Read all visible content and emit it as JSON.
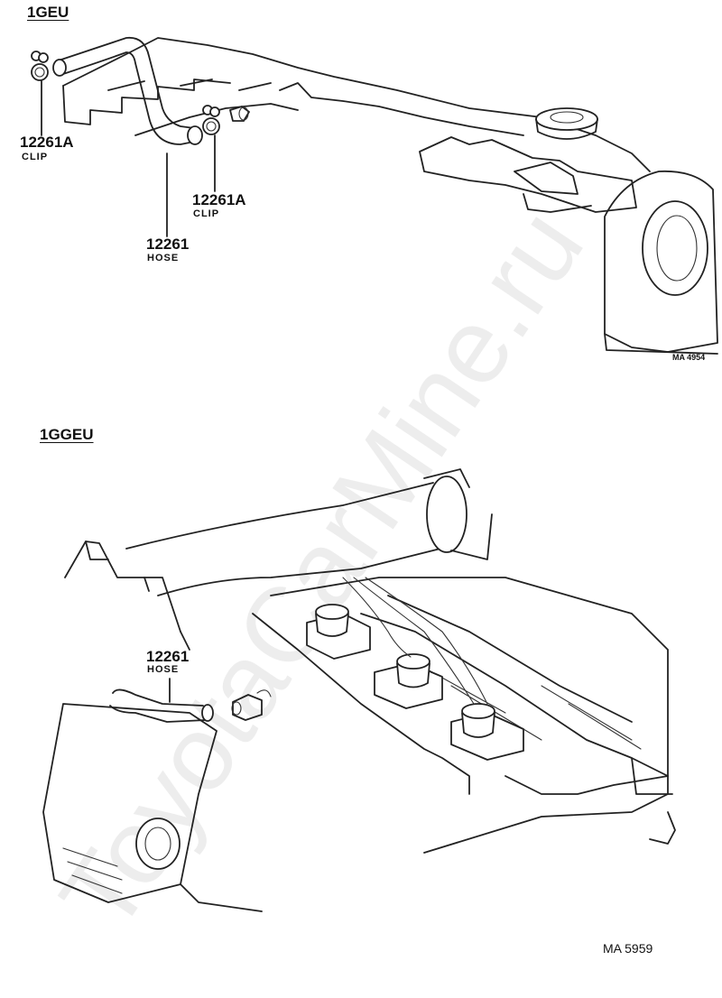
{
  "sections": [
    {
      "name": "1GEU",
      "parts": [
        {
          "number": "12261A",
          "name": "CLIP"
        },
        {
          "number": "12261A",
          "name": "CLIP"
        },
        {
          "number": "12261",
          "name": "HOSE"
        }
      ],
      "figure_code": "MA 4954"
    },
    {
      "name": "1GGEU",
      "parts": [
        {
          "number": "12261",
          "name": "HOSE"
        }
      ],
      "figure_code": "MA 5959"
    }
  ],
  "watermark": "ToyotaCarMine.ru"
}
